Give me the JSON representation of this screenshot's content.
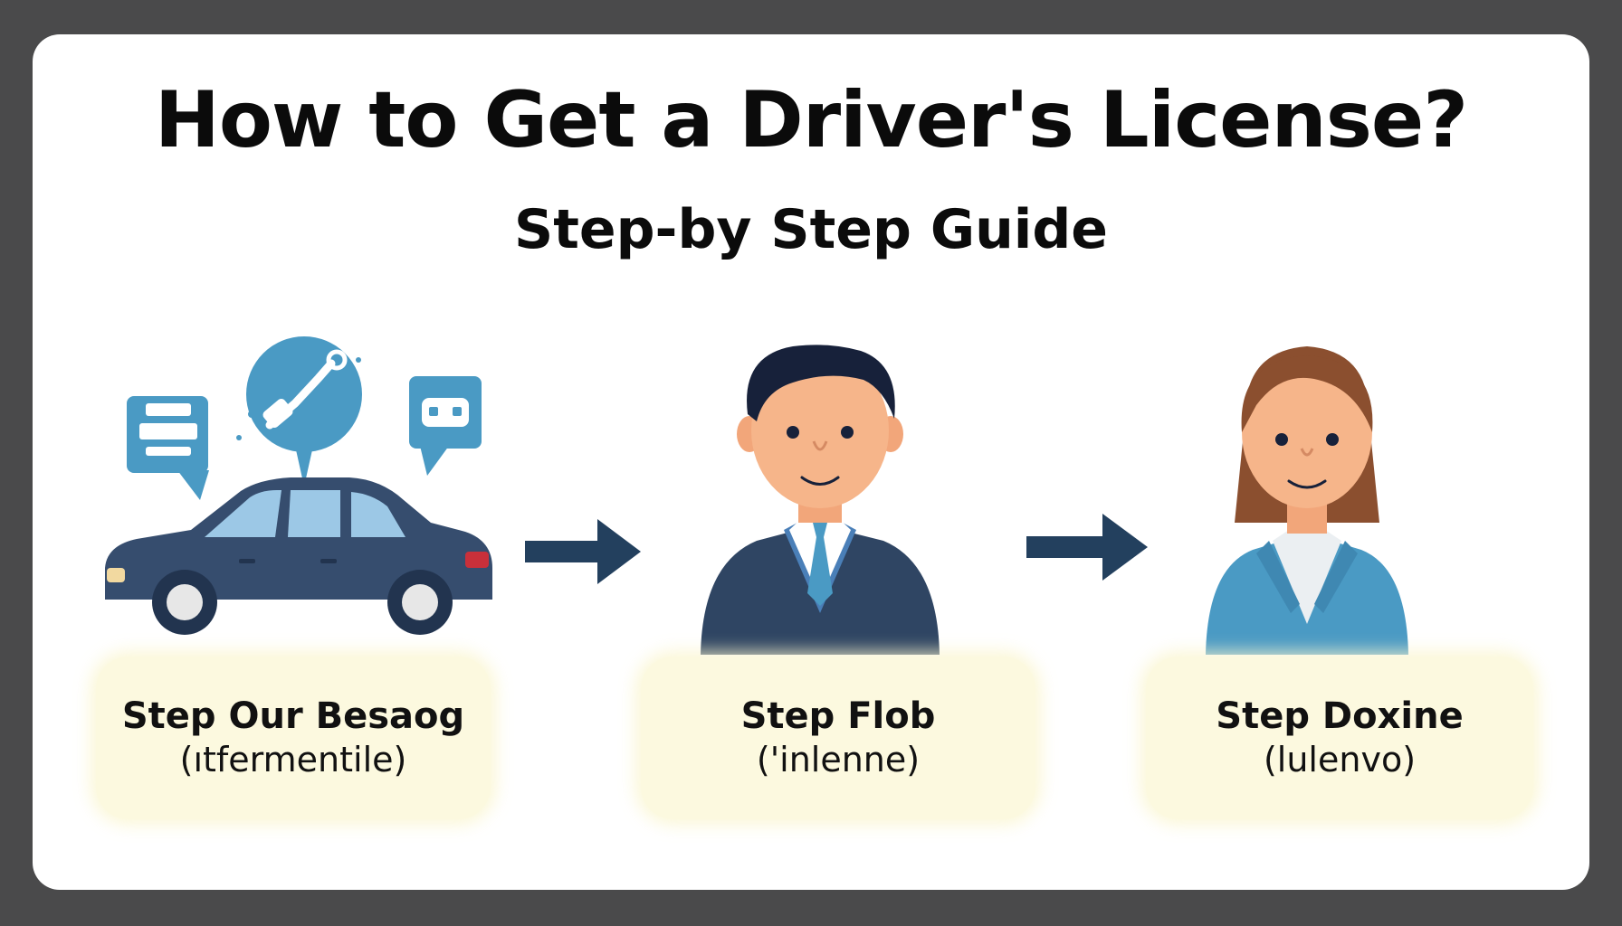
{
  "title": "How to Get a Driver's License?",
  "subtitle": "Step-by Step Guide",
  "steps": [
    {
      "title": "Step Our Besaog",
      "subtitle": "(ıtfermentile)"
    },
    {
      "title": "Step Flob",
      "subtitle": "('inlenne)"
    },
    {
      "title": "Step Doxine",
      "subtitle": "(lulenvo)"
    }
  ],
  "colors": {
    "background": "#4a4a4b",
    "card": "#ffffff",
    "accent_blue": "#4a9ac4",
    "navy": "#2f4563",
    "step_box": "#fcf9df"
  }
}
